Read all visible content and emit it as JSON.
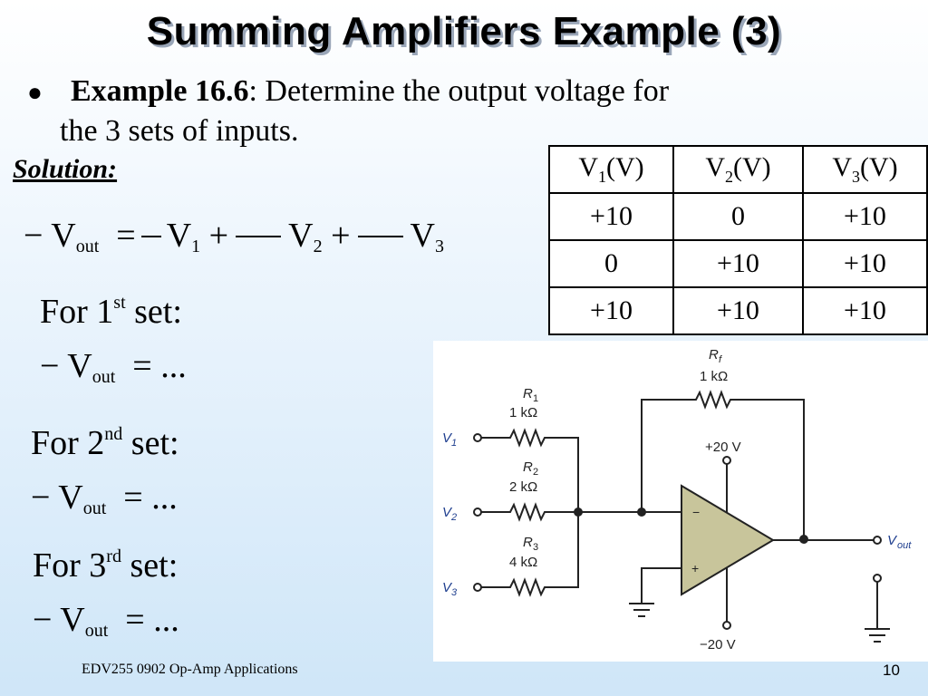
{
  "title": "Summing Amplifiers Example (3)",
  "bullet": {
    "dot": "●",
    "bold": "Example 16.6",
    "text": ": Determine the output voltage for",
    "continuation": "the 3 sets of inputs."
  },
  "solution_label": "Solution:",
  "equation": {
    "minus": "−",
    "V": "V",
    "out": "out",
    "equals": "=",
    "plus": "+",
    "sub1": "1",
    "sub2": "2",
    "sub3": "3"
  },
  "sets": [
    {
      "for": "For",
      "num": "1",
      "sup": "st",
      "word": "set",
      "colon": ":",
      "result": "= ..."
    },
    {
      "for": "For",
      "num": "2",
      "sup": "nd",
      "word": "set",
      "colon": ":",
      "result": "= ..."
    },
    {
      "for": "For",
      "num": "3",
      "sup": "rd",
      "word": "set",
      "colon": ":",
      "result": "= ..."
    }
  ],
  "table": {
    "headers": [
      {
        "v": "V",
        "sub": "1",
        "unit": "(V)"
      },
      {
        "v": "V",
        "sub": "2",
        "unit": "(V)"
      },
      {
        "v": "V",
        "sub": "3",
        "unit": "(V)"
      }
    ],
    "rows": [
      [
        "+10",
        "0",
        "+10"
      ],
      [
        "0",
        "+10",
        "+10"
      ],
      [
        "+10",
        "+10",
        "+10"
      ]
    ]
  },
  "circuit": {
    "rf_label": "R",
    "rf_sub": "f",
    "rf_value": "1 kΩ",
    "r1_label": "R",
    "r1_sub": "1",
    "r1_value": "1 kΩ",
    "r2_label": "R",
    "r2_sub": "2",
    "r2_value": "2 kΩ",
    "r3_label": "R",
    "r3_sub": "3",
    "r3_value": "4 kΩ",
    "v1": "V",
    "v1_sub": "1",
    "v2": "V",
    "v2_sub": "2",
    "v3": "V",
    "v3_sub": "3",
    "vout": "V",
    "vout_sub": "out",
    "vplus": "+20 V",
    "vminus": "−20 V",
    "inv_sign": "−",
    "noninv_sign": "+",
    "colors": {
      "opamp_fill": "#c8c59b",
      "label_blue": "#1f3f8f"
    }
  },
  "footer": {
    "left": "EDV255 0902 Op-Amp Applications",
    "page": "10"
  }
}
